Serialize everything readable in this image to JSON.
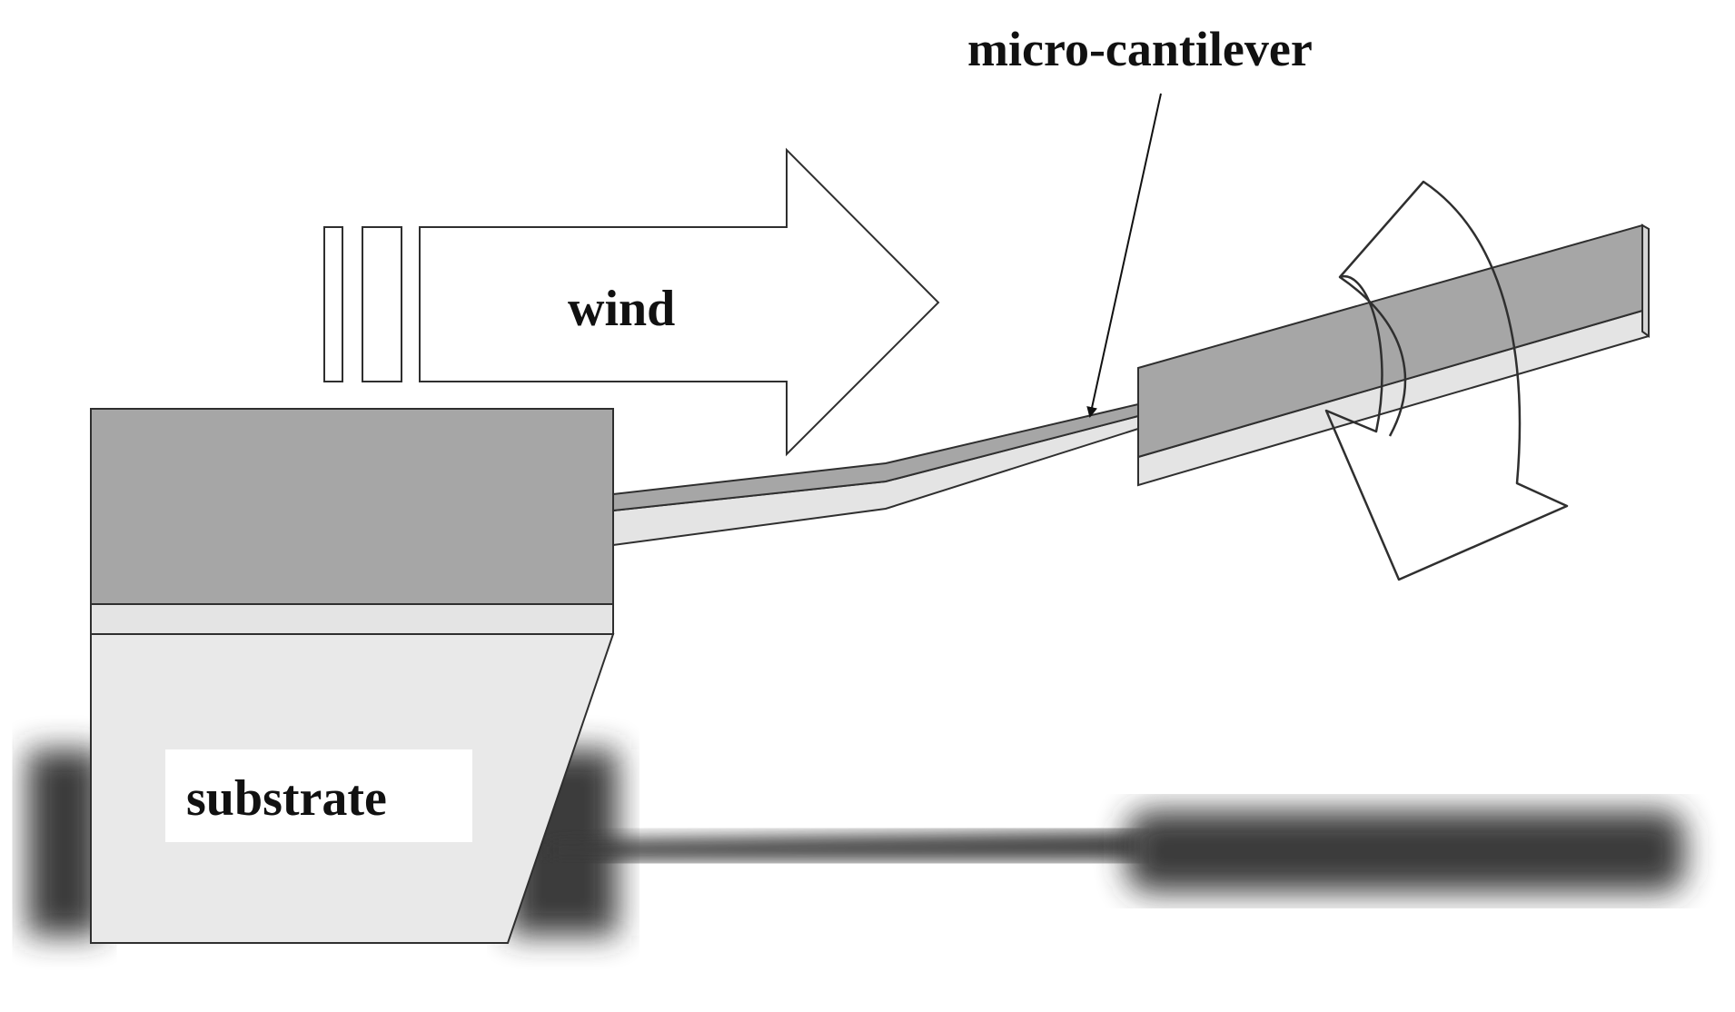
{
  "labels": {
    "micro_cantilever": "micro-cantilever",
    "wind": "wind",
    "substrate": "substrate"
  },
  "colors": {
    "background": "#ffffff",
    "top_layer": "#a6a6a6",
    "bottom_layer": "#e4e4e4",
    "substrate_body": "#e9e9e9",
    "outline": "#2f2f2f",
    "shadow": "#303030",
    "text": "#111111"
  }
}
